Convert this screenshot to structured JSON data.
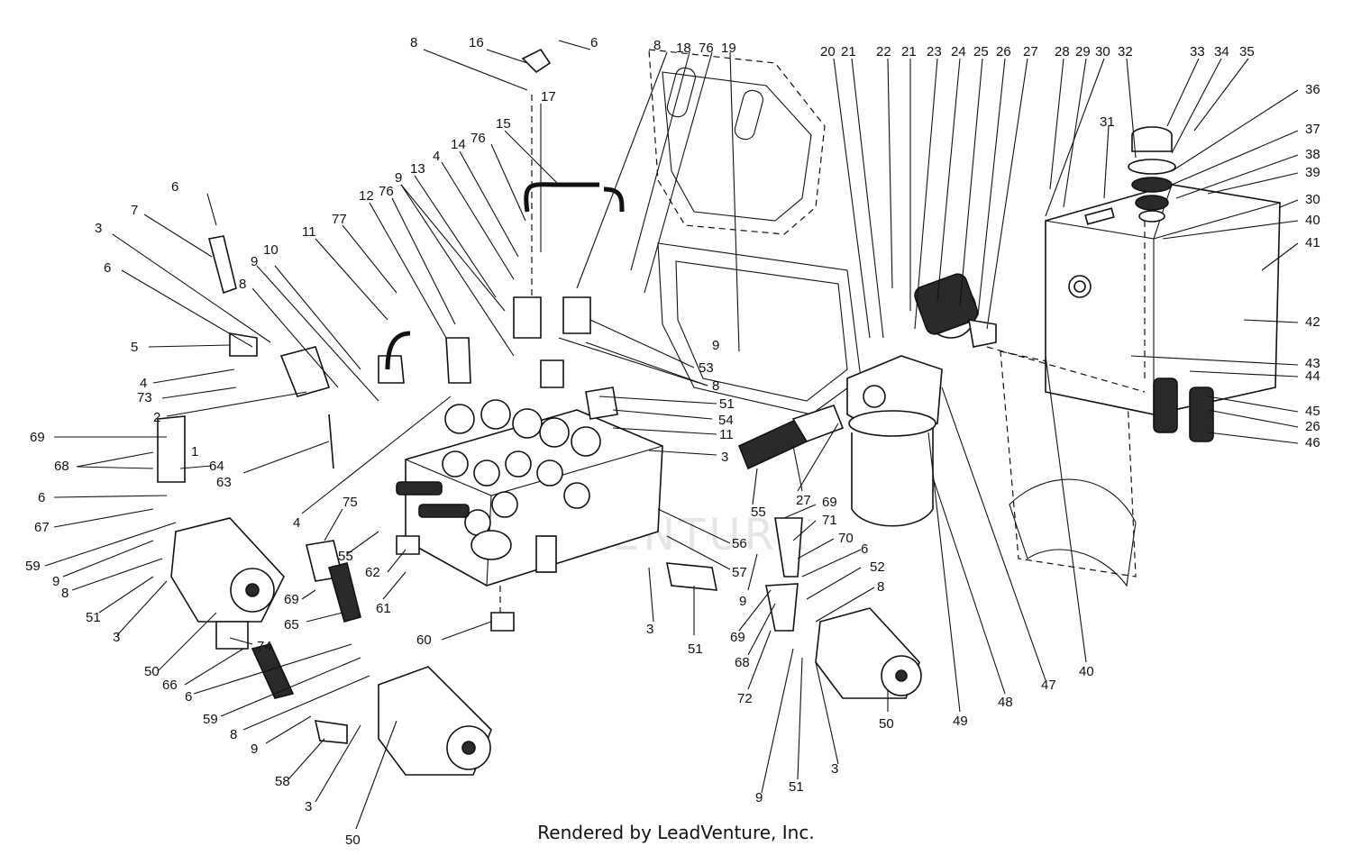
{
  "watermark": "LEADVENTURE",
  "footer": "Rendered by LeadVenture, Inc.",
  "callouts": [
    "8",
    "16",
    "6",
    "8",
    "18",
    "76",
    "19",
    "20",
    "21",
    "22",
    "21",
    "23",
    "24",
    "25",
    "26",
    "27",
    "28",
    "29",
    "30",
    "32",
    "33",
    "34",
    "35",
    "17",
    "15",
    "76",
    "14",
    "4",
    "13",
    "9",
    "76",
    "12",
    "11",
    "77",
    "10",
    "9",
    "6",
    "7",
    "3",
    "6",
    "36",
    "37",
    "38",
    "39",
    "30",
    "40",
    "41",
    "42",
    "31",
    "8",
    "5",
    "4",
    "73",
    "2",
    "69",
    "68",
    "64",
    "1",
    "63",
    "6",
    "67",
    "59",
    "9",
    "8",
    "51",
    "3",
    "50",
    "66",
    "6",
    "59",
    "8",
    "9",
    "58",
    "3",
    "50",
    "74",
    "69",
    "65",
    "75",
    "55",
    "62",
    "61",
    "60",
    "4",
    "53",
    "8",
    "51",
    "54",
    "11",
    "3",
    "56",
    "57",
    "3",
    "51",
    "55",
    "27",
    "69",
    "71",
    "70",
    "6",
    "9",
    "52",
    "8",
    "69",
    "68",
    "72",
    "9",
    "51",
    "3",
    "50",
    "49",
    "48",
    "47",
    "40",
    "43",
    "44",
    "45",
    "26",
    "46",
    "9"
  ]
}
